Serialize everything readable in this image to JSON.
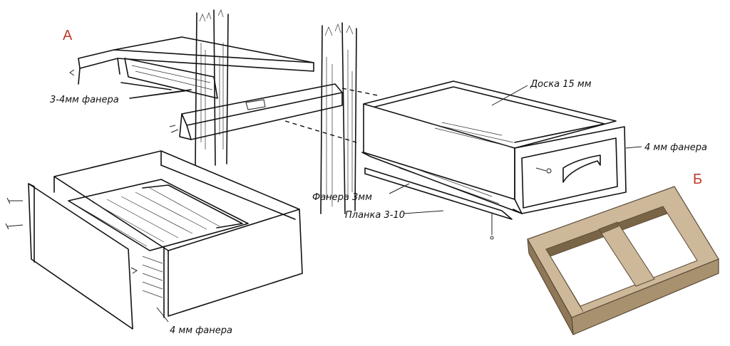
{
  "markers": {
    "a": "А",
    "b": "Б"
  },
  "labels": {
    "plywood_3_4mm": "3-4мм фанера",
    "board_15mm": "Доска 15 мм",
    "plywood_4mm_front": "4 мм фанера",
    "plywood_3mm": "Фанера 3мм",
    "strip_3_10": "Планка 3-10",
    "plywood_4mm_bottom": "4 мм фанера"
  },
  "colors": {
    "marker": "#c0392b",
    "ink": "#111111",
    "wood_light": "#cdb89a",
    "wood_mid": "#a8916f",
    "wood_dark": "#7a6446"
  }
}
